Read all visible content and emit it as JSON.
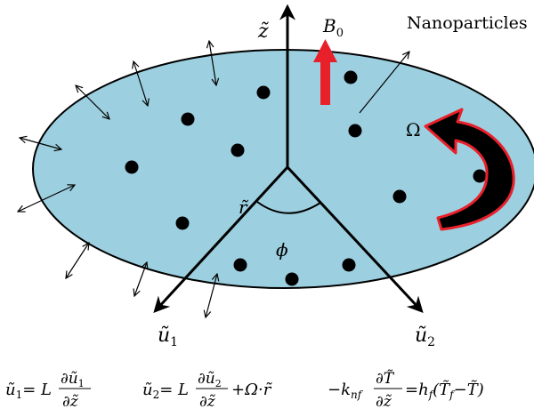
{
  "labels": {
    "nanoparticles": "Nanoparticles",
    "b0": "B",
    "b0_sub": "0",
    "omega": "Ω",
    "r_tilde": "r̃",
    "phi": "ϕ",
    "z_tilde": "z̃",
    "u1": "ũ",
    "u1_sub": "1",
    "u2": "ũ",
    "u2_sub": "2"
  },
  "equations": {
    "eq1": {
      "lhs": "ũ",
      "lhs_sub": "1",
      "eq": "= L",
      "num": "∂ũ",
      "num_sub": "1",
      "den": "∂z̃"
    },
    "eq2": {
      "lhs": "ũ",
      "lhs_sub": "2",
      "eq": "= L",
      "num": "∂ũ",
      "num_sub": "2",
      "den": "∂z̃",
      "tail": "+Ω·r̃"
    },
    "eq3": {
      "lhs": "−k",
      "lhs_sub": "nf",
      "num": "∂T̃",
      "den": "∂z̃",
      "eq": "=h",
      "eq_sub": "f",
      "tail_open": "(T̃",
      "tail_sub": "f",
      "tail_close": "−T̃)"
    }
  },
  "colors": {
    "disk_fill": "#9ccfdf",
    "line": "#000000",
    "accent_red": "#e8202a"
  }
}
